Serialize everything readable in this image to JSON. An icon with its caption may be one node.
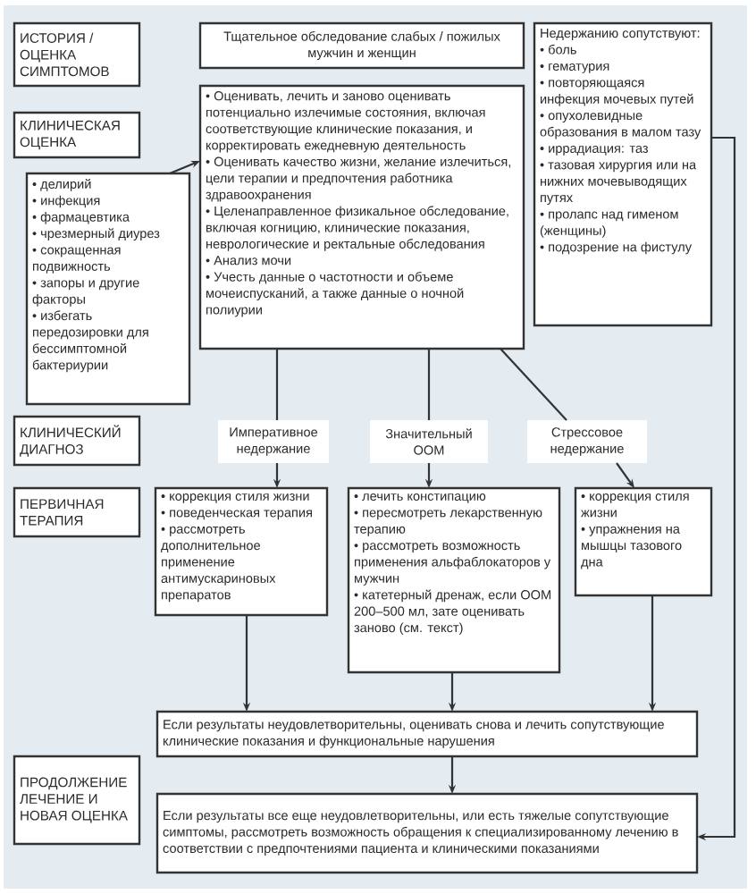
{
  "diagram": {
    "nodes": [
      {
        "text": [
          "ИСТОРИЯ / ОЦЕНКА СИМПТОМОВ"
        ]
      },
      {
        "text": [
          "Тщательное обследование слабых / пожилых мужчин и женщин"
        ]
      },
      {
        "text": [
          "Недержанию сопутствуют:",
          "• боль",
          "• гематурия",
          "• повторяющаяся инфекция мочевых путей",
          "• опухолевидные образования в малом тазу",
          "• иррадиация: таз",
          "• тазовая хирургия или на нижних мочевыводящих путях",
          "• пролапс над гименом (женщины)",
          "• подозрение на фистулу"
        ]
      },
      {
        "text": [
          "КЛИНИЧЕСКАЯ ОЦЕНКА"
        ]
      },
      {
        "text": [
          "• Оценивать, лечить и заново оценивать потенциально излечимые состояния, включая соответствующие клинические показания, и корректировать ежедневную деятельность",
          "• Оценивать качество жизни, желание излечиться, цели терапии и предпочтения работника здравоохранения",
          "• Целенаправленное физикальное обследование, включая когницию, клинические показания, неврологические и ректальные обследования",
          "• Анализ мочи",
          "• Учесть данные о частотности и объеме мочеиспусканий, а также данные о ночной полиурии"
        ]
      },
      {
        "text": [
          "• делирий",
          "• инфекция",
          "• фармацевтика",
          "• чрезмерный диурез",
          "• сокращенная подвижность",
          "• запоры и другие факторы",
          "• избегать передозировки для бессимптомной бактериурии"
        ]
      },
      {
        "text": [
          "КЛИНИЧЕСКИЙ ДИАГНОЗ"
        ]
      },
      {
        "text": [
          "Императивное недержание"
        ]
      },
      {
        "text": [
          "Значительный ООМ"
        ]
      },
      {
        "text": [
          "Стрессовое недержание"
        ]
      },
      {
        "text": [
          "ПЕРВИЧНАЯ ТЕРАПИЯ"
        ]
      },
      {
        "text": [
          "• коррекция стиля жизни",
          "• поведенческая терапия",
          "• рассмотреть дополнительное применение антимускариновых препаратов"
        ]
      },
      {
        "text": [
          "• лечить констипацию",
          "• пересмотреть лекарственную терапию",
          "• рассмотреть возможность применения альфаблокаторов у мужчин",
          "• катетерный дренаж, если ООМ 200–500 мл, зате оценивать заново (см. текст)"
        ]
      },
      {
        "text": [
          "• коррекция стиля жизни",
          "• упражнения на мышцы тазового дна"
        ]
      },
      {
        "text": [
          "Если результаты неудовлетворительны, оценивать снова и лечить сопутствующие клинические показания и функциональные нарушения"
        ]
      },
      {
        "text": [
          "ПРОДОЛЖЕНИЕ ЛЕЧЕНИЕ И НОВАЯ ОЦЕНКА"
        ]
      },
      {
        "text": [
          "Если результаты все еще неудовлетворительны, или есть тяжелые сопутствующие симптомы, рассмотреть возможность обращения к специализированному лечению в соответствии с предпочтениями пациента и клиническими показаниями"
        ]
      }
    ],
    "edges": [
      {
        "from": 5,
        "to": 4,
        "arrow": "to"
      },
      {
        "from": 4,
        "to": 7,
        "arrow": "none"
      },
      {
        "from": 4,
        "to": 8,
        "arrow": "none"
      },
      {
        "from": 4,
        "to": 9,
        "arrow": "none"
      },
      {
        "from": 7,
        "to": 11,
        "arrow": "to"
      },
      {
        "from": 8,
        "to": 12,
        "arrow": "to"
      },
      {
        "from": 9,
        "to": 13,
        "arrow": "to"
      },
      {
        "from": 11,
        "to": 14,
        "arrow": "to"
      },
      {
        "from": 12,
        "to": 14,
        "arrow": "to"
      },
      {
        "from": 13,
        "to": 14,
        "arrow": "to"
      },
      {
        "from": 14,
        "to": 16,
        "arrow": "to"
      },
      {
        "from": 2,
        "to": 16,
        "arrow": "to"
      }
    ]
  }
}
